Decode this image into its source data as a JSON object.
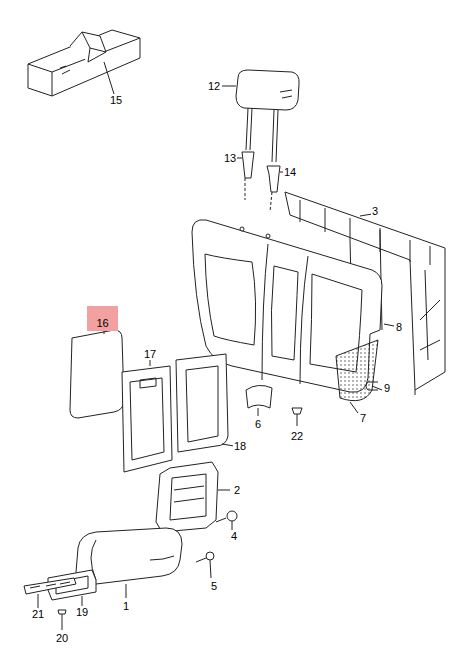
{
  "diagram": {
    "nodes": [
      {
        "text": [
          "16"
        ]
      }
    ],
    "labels": [
      "15",
      "12",
      "13",
      "14",
      "3",
      "8",
      "17",
      "9",
      "7",
      "6",
      "22",
      "18",
      "2",
      "4",
      "5",
      "1",
      "21",
      "19",
      "20"
    ]
  }
}
